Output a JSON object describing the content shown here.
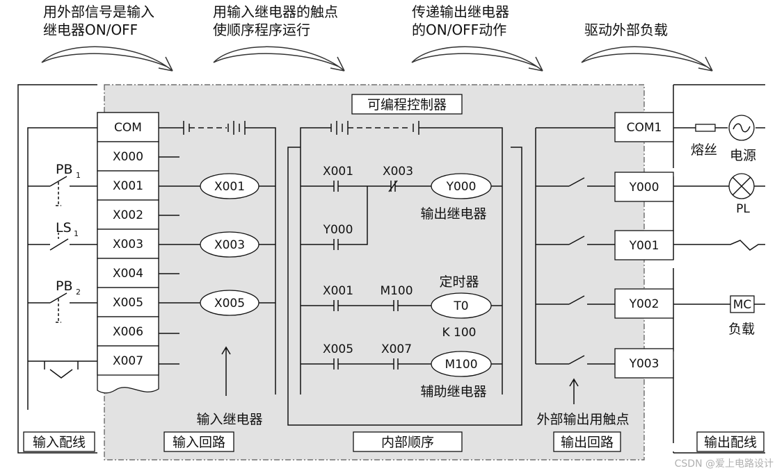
{
  "headings": [
    [
      "用外部信号是输入",
      "继电器ON/OFF"
    ],
    [
      "用输入继电器的触点",
      "使顺序程序运行"
    ],
    [
      "传递输出继电器",
      "的ON/OFF动作"
    ],
    [
      "驱动外部负载"
    ]
  ],
  "plc_title": "可编程控制器",
  "input_terminals": [
    "COM",
    "X000",
    "X001",
    "X002",
    "X003",
    "X004",
    "X005",
    "X006",
    "X007"
  ],
  "input_devices": [
    {
      "name": "PB",
      "sub": "1"
    },
    {
      "name": "LS",
      "sub": "1"
    },
    {
      "name": "PB",
      "sub": "2"
    }
  ],
  "input_relays": [
    "X001",
    "X003",
    "X005"
  ],
  "ladder": {
    "rung1": {
      "contacts": [
        "X001",
        "X003"
      ],
      "coil": "Y000",
      "note": "输出继电器",
      "parallel": "Y000"
    },
    "rung2": {
      "contacts": [
        "X001",
        "M100"
      ],
      "coil": "T0",
      "note_top": "定时器",
      "setting": "K  100"
    },
    "rung3": {
      "contacts": [
        "X005",
        "X007"
      ],
      "coil": "M100",
      "note": "辅助继电器"
    }
  },
  "output_terminals": [
    "COM1",
    "Y000",
    "Y001",
    "Y002",
    "Y003"
  ],
  "output_loads": {
    "fuse": "熔丝",
    "power": "电源",
    "lamp": "PL",
    "mc": "MC",
    "load": "负载"
  },
  "annotations": {
    "input_relay": "输入继电器",
    "external_contact": "外部输出用触点"
  },
  "bottom_labels": [
    "输入配线",
    "输入回路",
    "内部顺序",
    "输出回路",
    "输出配线"
  ],
  "watermark": "CSDN @爱上电路设计"
}
